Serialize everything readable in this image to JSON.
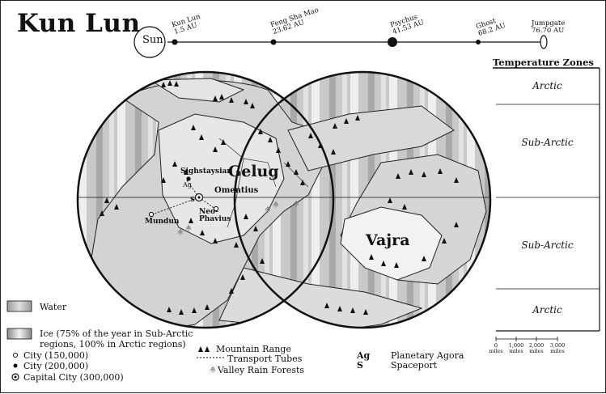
{
  "title": "Kun Lun",
  "orbit": {
    "sun": "Sun",
    "bodies": [
      {
        "name": "Kun Lun",
        "distance": "1.5 AU"
      },
      {
        "name": "Feng Sha Mao",
        "distance": "23.62 AU"
      },
      {
        "name": "Psychus",
        "distance": "41.53 AU"
      },
      {
        "name": "Ghost",
        "distance": "68.2 AU"
      },
      {
        "name": "Jumpgate",
        "distance": "76.70 AU"
      }
    ]
  },
  "temperature_zones": {
    "title": "Temperature Zones",
    "zones": [
      "Arctic",
      "Sub-Arctic",
      "Sub-Arctic",
      "Arctic"
    ]
  },
  "map": {
    "regions": [
      "Gelug",
      "Vajra"
    ],
    "cities": [
      "Sighstaysian",
      "Omentius",
      "Neo-Phavius",
      "Mundun"
    ],
    "markers": [
      "Ag",
      "S"
    ]
  },
  "legend": {
    "water": "Water",
    "ice": "Ice (75% of the year in Sub-Arctic regions, 100% in Arctic regions)",
    "city_small": "City (150,000)",
    "city_medium": "City (200,000)",
    "capital": "Capital City (300,000)",
    "mountain": "Mountain Range",
    "tubes": "Transport Tubes",
    "forest": "Valley Rain Forests",
    "agora_code": "Ag",
    "agora": "Planetary Agora",
    "spaceport_code": "S",
    "spaceport": "Spaceport"
  },
  "scale": {
    "ticks": [
      "0 miles",
      "1,000 miles",
      "2,000 miles",
      "3,000 miles"
    ]
  }
}
